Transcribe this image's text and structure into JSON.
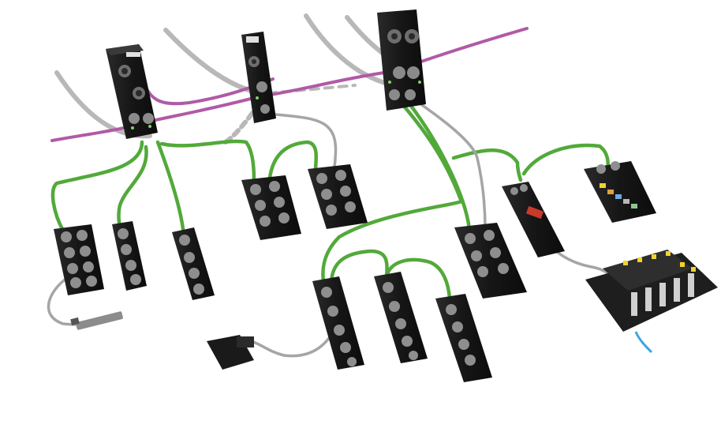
{
  "scene": {
    "colors": {
      "ethernet_cable": "#b05aa6",
      "field_cable": "#52a93a",
      "grey_cable": "#a9a9a9",
      "device_body": "#1b1b1b",
      "port": "#9a9a9a",
      "led_green": "#7fd26a",
      "led_yellow": "#f2d22e",
      "air_tube": "#3aa7e0"
    },
    "components": [
      {
        "name": "fieldbus-module-left",
        "icon": "fieldbus-module-icon"
      },
      {
        "name": "fieldbus-module-center",
        "icon": "fieldbus-module-icon"
      },
      {
        "name": "fieldbus-module-right",
        "icon": "fieldbus-module-icon"
      },
      {
        "name": "io-distributor-module",
        "icon": "junction-box-icon",
        "count": 10
      },
      {
        "name": "proximity-sensor",
        "icon": "sensor-icon"
      },
      {
        "name": "valve-connector",
        "icon": "valve-plug-icon"
      },
      {
        "name": "valve-terminal",
        "icon": "valve-terminal-icon"
      },
      {
        "name": "terminal-box",
        "icon": "terminal-box-icon"
      },
      {
        "name": "power-adapter-module",
        "icon": "power-module-icon"
      }
    ]
  }
}
